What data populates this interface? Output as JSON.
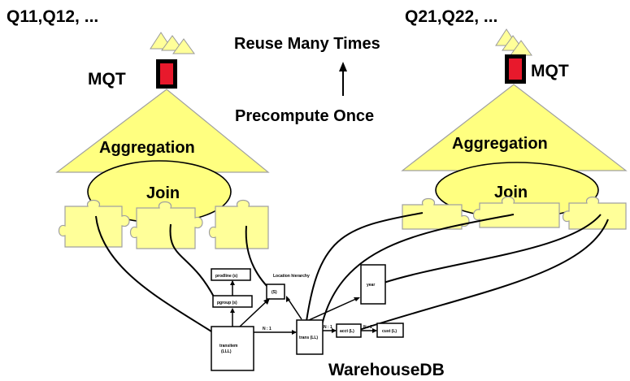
{
  "left": {
    "queries": "Q11,Q12, ...",
    "mqt": "MQT",
    "aggregation": "Aggregation",
    "join": "Join"
  },
  "right": {
    "queries": "Q21,Q22, ...",
    "mqt": "MQT",
    "aggregation": "Aggregation",
    "join": "Join"
  },
  "center": {
    "reuse": "Reuse Many Times",
    "precompute": "Precompute Once"
  },
  "warehouse": {
    "title": "WarehouseDB",
    "tables": {
      "prodline": "prodline (s)",
      "pgroup": "pgroup (s)",
      "location": "Location hierarchy",
      "location_s": "(S)",
      "year": "year",
      "transitem": "transitem",
      "transitem_ll": "(LLL)",
      "trans": "trans (LL)",
      "acct": "acct (L)",
      "cust": "cust (L)",
      "rel1": "N : 1",
      "rel2": "N : 1",
      "rel3": "N : 1"
    }
  },
  "colors": {
    "mqt_fill": "#e8192c",
    "cone_fill": "#ffff80",
    "piece_fill": "#ffff99"
  }
}
